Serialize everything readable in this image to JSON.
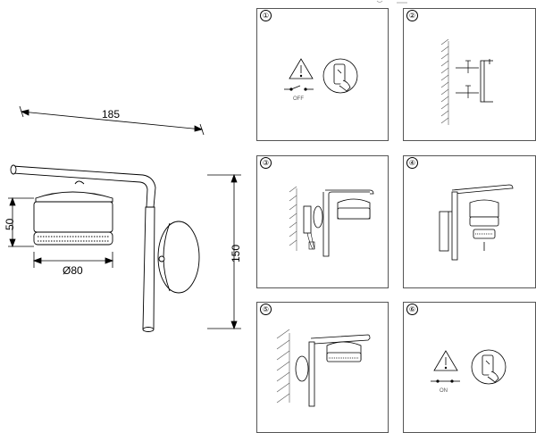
{
  "dimensions": {
    "width_mm": "185",
    "height_mm": "150",
    "shade_height_mm": "50",
    "shade_diameter": "Ø80"
  },
  "steps": [
    {
      "number": "①",
      "switch_label": "OFF"
    },
    {
      "number": "②"
    },
    {
      "number": "③"
    },
    {
      "number": "④"
    },
    {
      "number": "⑤"
    },
    {
      "number": "⑥",
      "switch_label": "ON"
    }
  ]
}
